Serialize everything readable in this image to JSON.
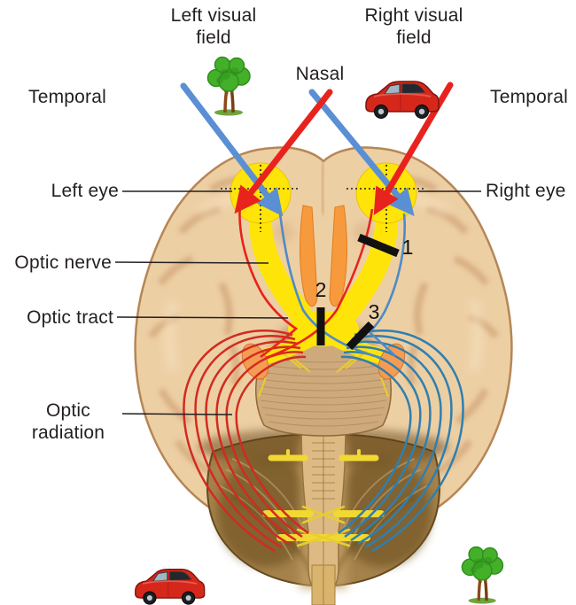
{
  "labels": {
    "left_visual_field": "Left visual field",
    "right_visual_field": "Right visual field",
    "nasal": "Nasal",
    "temporal_left": "Temporal",
    "temporal_right": "Temporal",
    "left_eye": "Left eye",
    "right_eye": "Right eye",
    "optic_nerve": "Optic nerve",
    "optic_tract": "Optic tract",
    "optic_radiation": "Optic radiation"
  },
  "lesion_markers": {
    "site_1": "1",
    "site_2": "2",
    "site_3": "3"
  },
  "icons": {
    "top_left": "tree-icon",
    "top_right": "car-icon",
    "bottom_left": "car-icon",
    "bottom_right": "tree-icon"
  },
  "colors": {
    "pathway_yellow": "#FFE40A",
    "visual_ray_blue": "#5B8FD4",
    "visual_ray_red": "#E8231D",
    "optic_radiation_red": "#D22B20",
    "optic_radiation_blue": "#2F7FAF",
    "cerebrum_tan": "#EDCFA4",
    "cerebellum_brown": "#A5814B",
    "lgn_orange": "#F59C54",
    "olfactory_orange": "#F79A3E",
    "lesion_black": "#111111",
    "label_color": "#231F20",
    "background": "#FFFFFF"
  }
}
